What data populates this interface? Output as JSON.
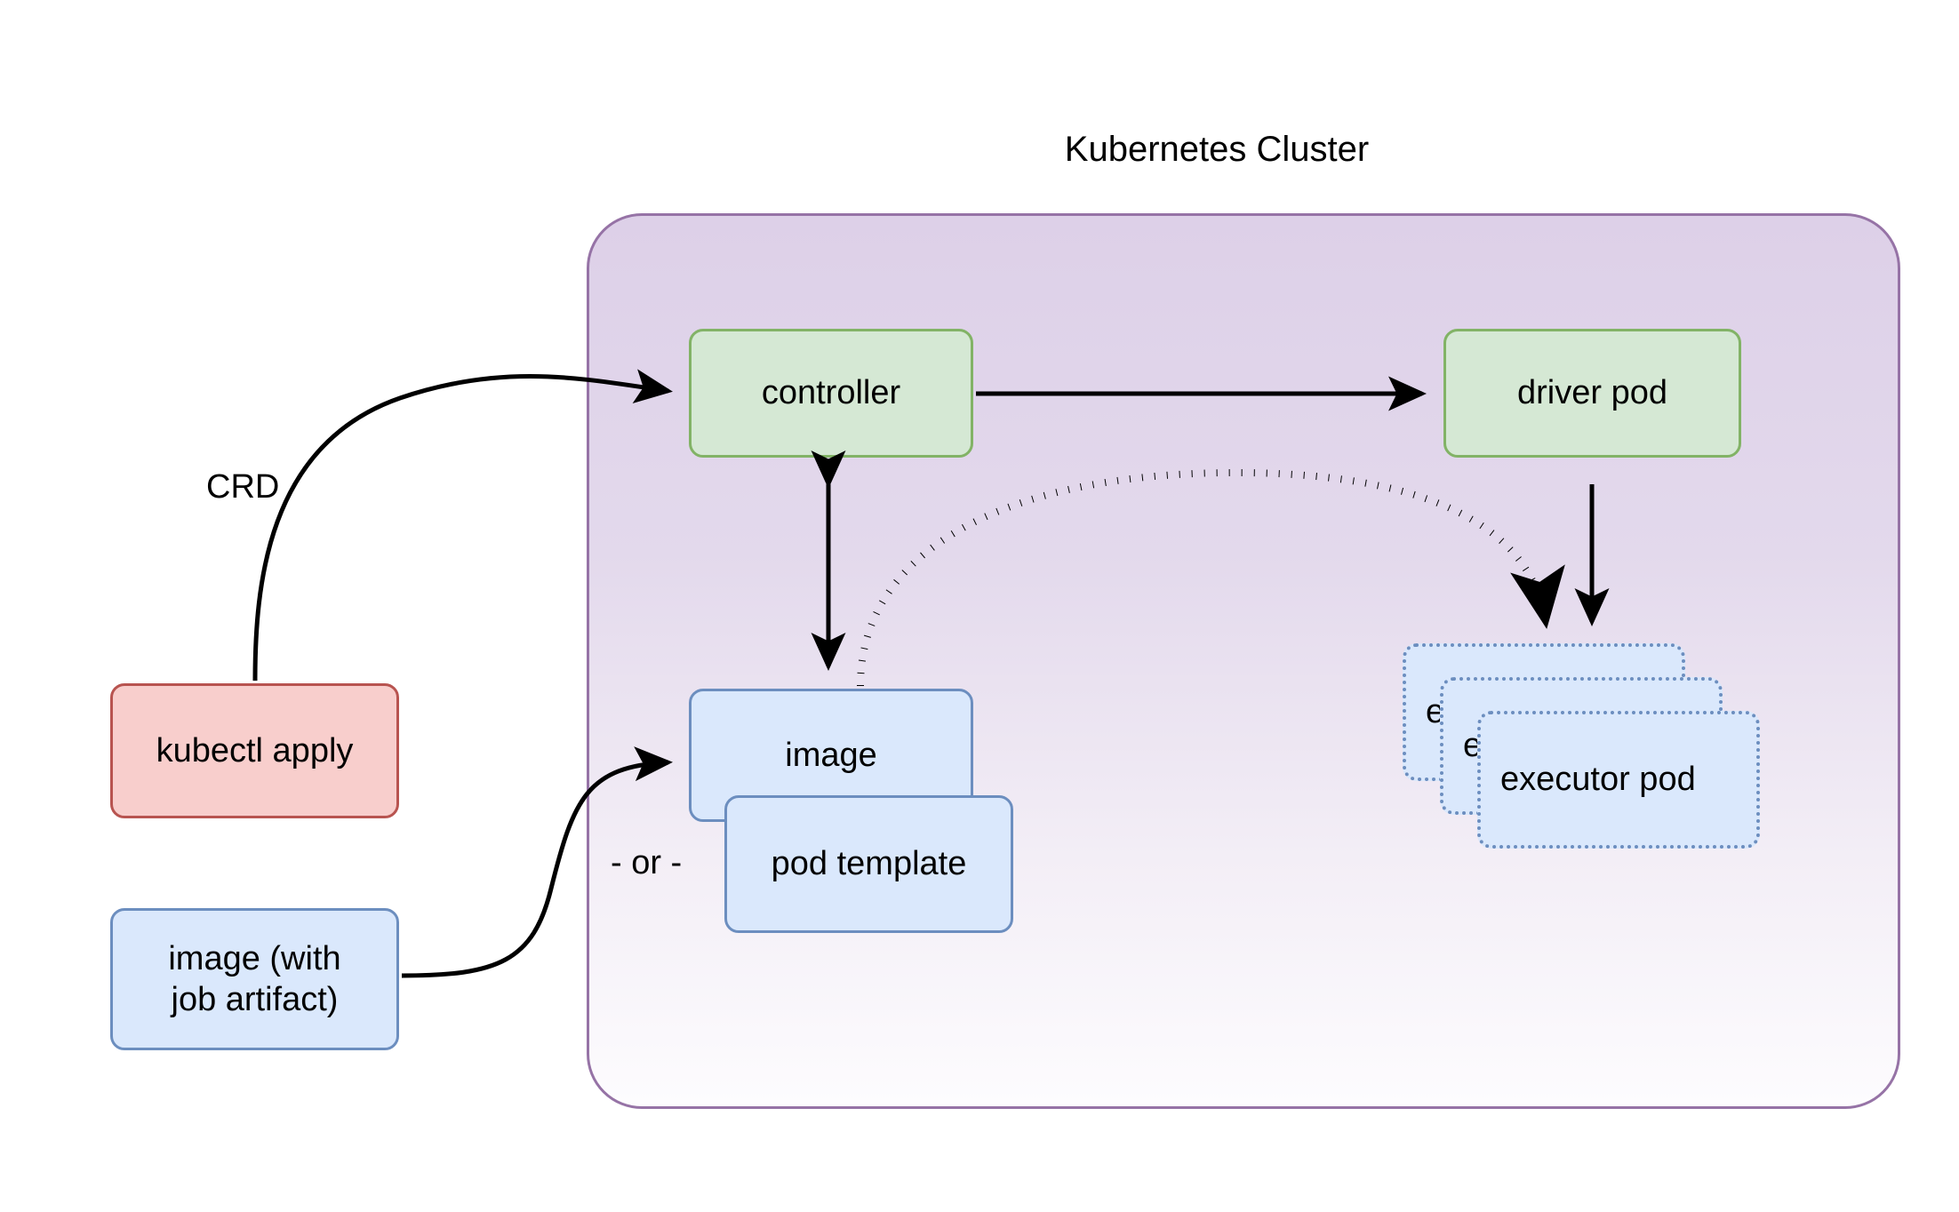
{
  "diagram": {
    "title": "Kubernetes Cluster",
    "nodes": {
      "controller": "controller",
      "driver_pod": "driver pod",
      "image": "image",
      "pod_template": "pod template",
      "kubectl_apply": "kubectl apply",
      "image_job_artifact": "image (with\njob artifact)",
      "image_job_artifact_line1": "image (with",
      "image_job_artifact_line2": "job artifact)",
      "executor_pod": "executor pod"
    },
    "executor_stack": [
      {
        "label": "executor pod"
      },
      {
        "label": "executor pod"
      },
      {
        "label": "executor pod"
      }
    ],
    "edge_labels": {
      "crd": "CRD",
      "or": "- or -"
    },
    "colors": {
      "cluster_border": "#9673a6",
      "cluster_fill_top": "#ddd0e8",
      "cluster_fill_bottom": "#fdfcfe",
      "green_fill": "#d5e8d4",
      "green_border": "#82b366",
      "blue_fill": "#dae8fc",
      "blue_border": "#6c8ebf",
      "red_fill": "#f8cecc",
      "red_border": "#b85450",
      "edge_stroke": "#000000"
    }
  }
}
